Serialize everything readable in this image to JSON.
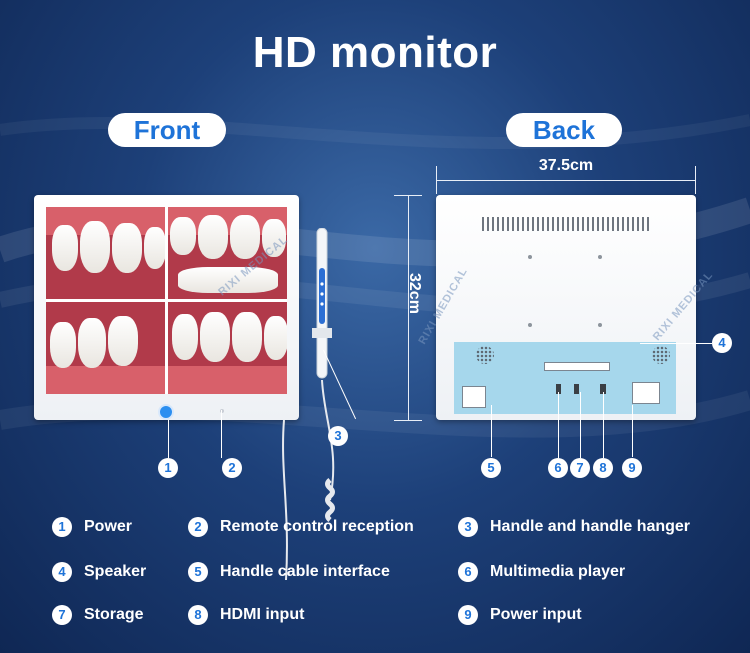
{
  "title": "HD monitor",
  "front_label": "Front",
  "back_label": "Back",
  "dimensions": {
    "width": "37.5cm",
    "height": "32cm"
  },
  "watermarks": [
    "RIXI MEDICAL",
    "RIXI MEDICAL",
    "RIXI MEDICAL"
  ],
  "callouts": [
    "1",
    "2",
    "3",
    "4",
    "5",
    "6",
    "7",
    "8",
    "9"
  ],
  "legend": [
    {
      "num": "1",
      "text": "Power"
    },
    {
      "num": "2",
      "text": "Remote control reception"
    },
    {
      "num": "3",
      "text": "Handle and  handle hanger"
    },
    {
      "num": "4",
      "text": "Speaker"
    },
    {
      "num": "5",
      "text": "Handle cable interface"
    },
    {
      "num": "6",
      "text": "Multimedia player"
    },
    {
      "num": "7",
      "text": "Storage"
    },
    {
      "num": "8",
      "text": "HDMI input"
    },
    {
      "num": "9",
      "text": "Power input"
    }
  ],
  "colors": {
    "accent": "#1e73d8",
    "background": "#1d4079",
    "text": "#ffffff"
  }
}
